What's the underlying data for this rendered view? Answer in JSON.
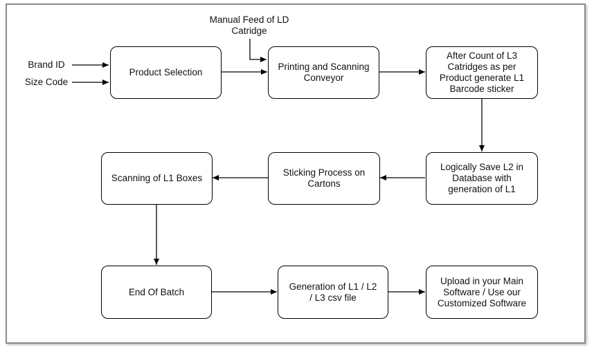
{
  "inputs": {
    "brand_id": "Brand ID",
    "size_code": "Size Code",
    "manual_feed": "Manual Feed of LD\nCatridge"
  },
  "nodes": {
    "product_selection": "Product Selection",
    "printing_scanning": "Printing and Scanning\nConveyor",
    "after_count": "After Count of L3\nCatridges as per\nProduct generate L1\nBarcode sticker",
    "logically_save": "Logically Save L2 in\nDatabase with\ngeneration of L1",
    "sticking_process": "Sticking Process on\nCartons",
    "scanning_l1": "Scanning of L1 Boxes",
    "end_of_batch": "End Of Batch",
    "generation_csv": "Generation of L1 / L2\n/ L3 csv file",
    "upload": "Upload in your Main\nSoftware / Use our\nCustomized Software"
  }
}
